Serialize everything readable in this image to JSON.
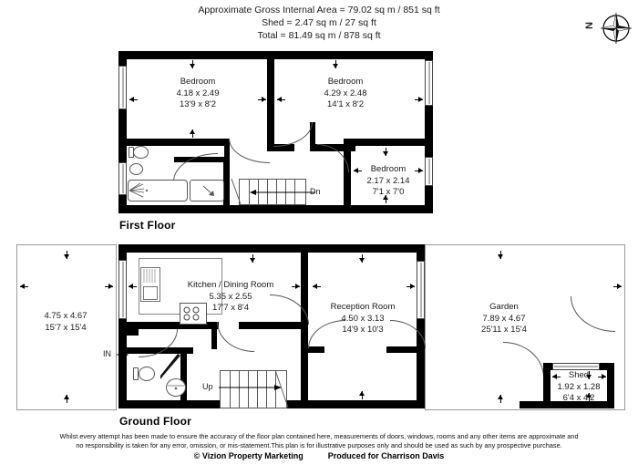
{
  "header": {
    "line1": "Approximate Gross Internal Area = 79.02 sq m / 851 sq ft",
    "line2": "Shed = 2.47 sq m / 27 sq ft",
    "line3": "Total = 81.49 sq m / 878 sq ft"
  },
  "compass": {
    "north_label": "N"
  },
  "floors": [
    {
      "id": "first",
      "title": "First Floor"
    },
    {
      "id": "ground",
      "title": "Ground Floor"
    }
  ],
  "first_floor": {
    "rooms": [
      {
        "name": "Bedroom",
        "metric": "4.18 x 2.49",
        "imperial": "13'9 x 8'2"
      },
      {
        "name": "Bedroom",
        "metric": "4.29 x 2.48",
        "imperial": "14'1 x 8'2"
      },
      {
        "name": "Bedroom",
        "metric": "2.17 x 2.14",
        "imperial": "7'1 x 7'0"
      }
    ],
    "stairs_label": "Dn"
  },
  "ground_floor": {
    "rooms": [
      {
        "name": "",
        "metric": "4.75 x 4.67",
        "imperial": "15'7 x 15'4"
      },
      {
        "name": "Kitchen / Dining Room",
        "metric": "5.35 x 2.55",
        "imperial": "17'7 x 8'4"
      },
      {
        "name": "Reception Room",
        "metric": "4.50 x 3.13",
        "imperial": "14'9 x 10'3"
      },
      {
        "name": "Garden",
        "metric": "7.89 x 4.67",
        "imperial": "25'11 x 15'4"
      },
      {
        "name": "Shed",
        "metric": "1.92 x 1.28",
        "imperial": "6'4 x 4'2"
      }
    ],
    "stairs_label": "Up",
    "entrance_label": "IN"
  },
  "footer": {
    "disclaimer_line1": "Whilst every attempt has been made to ensure the accuracy of the floor plan contained here, measurements of doors, windows, rooms and any other items are approximate and",
    "disclaimer_line2": "no responsibility is taken for any error, omission, or mis-statement.This plan is for illustrative purposes only and should be used as such by any prospective purchase.",
    "copyright": "© Vizion Property Marketing",
    "produced_for": "Produced for Charrison Davis"
  }
}
